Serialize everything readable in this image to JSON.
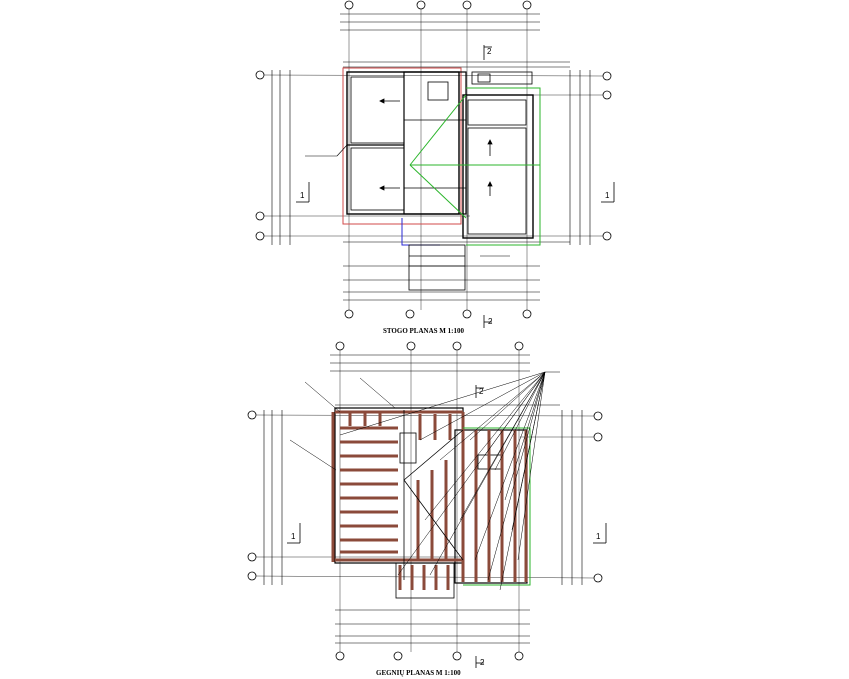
{
  "drawing": {
    "roof_plan": {
      "title": "STOGO PLANAS M 1:100",
      "section_top": "2",
      "section_bottom": "2",
      "section_left": "1",
      "section_right": "1"
    },
    "rafter_plan": {
      "title": "GEGNIŲ PLANAS M 1:100",
      "section_top": "2",
      "section_bottom": "2",
      "section_left": "1",
      "section_right": "1"
    }
  }
}
